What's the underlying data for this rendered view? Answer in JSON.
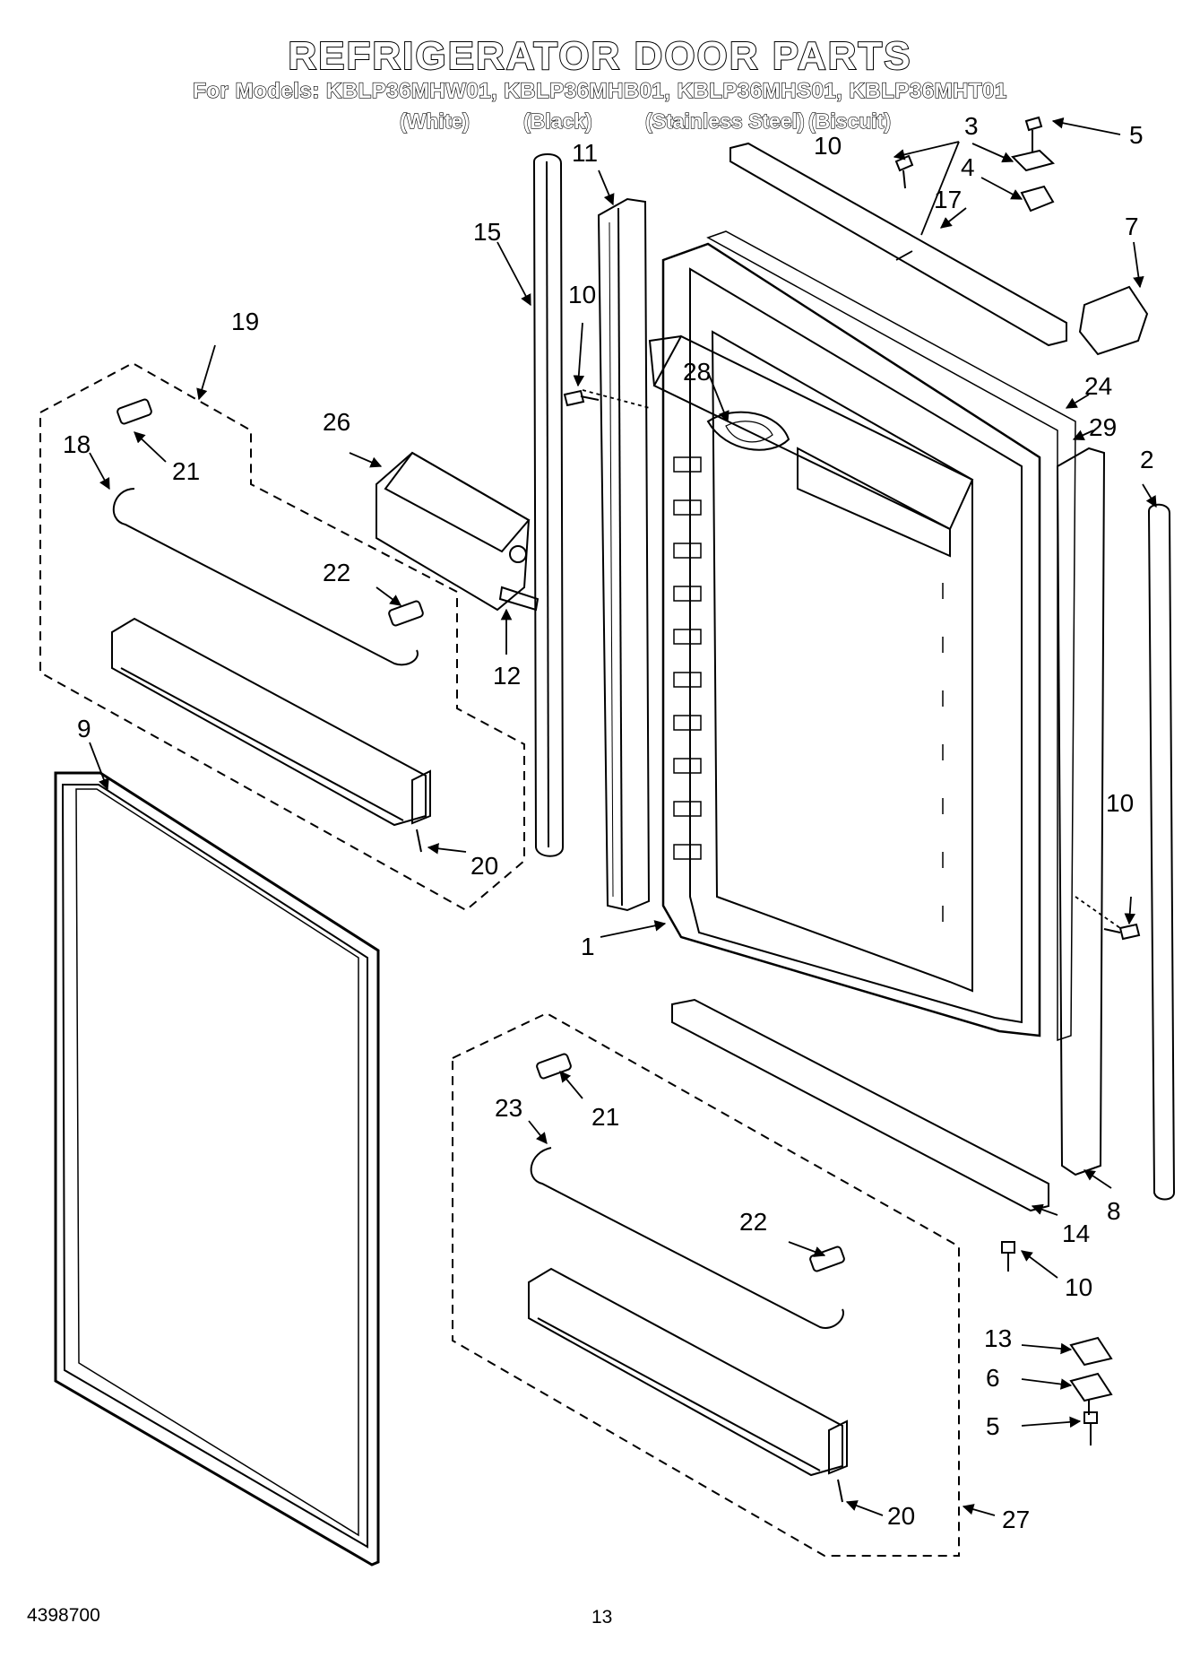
{
  "header": {
    "title": "REFRIGERATOR DOOR PARTS",
    "models_line": "For Models: KBLP36MHW01, KBLP36MHB01, KBLP36MHS01, KBLP36MHT01",
    "variants": [
      "(White)",
      "(Black)",
      "(Stainless Steel)",
      "(Biscuit)"
    ]
  },
  "callouts": {
    "c1": "1",
    "c2": "2",
    "c3": "3",
    "c4": "4",
    "c5a": "5",
    "c5b": "5",
    "c6": "6",
    "c7": "7",
    "c8": "8",
    "c9": "9",
    "c10a": "10",
    "c10b": "10",
    "c10c": "10",
    "c10d": "10",
    "c11": "11",
    "c12": "12",
    "c13": "13",
    "c14": "14",
    "c15": "15",
    "c17": "17",
    "c18": "18",
    "c19": "19",
    "c20a": "20",
    "c20b": "20",
    "c21a": "21",
    "c21b": "21",
    "c22a": "22",
    "c22b": "22",
    "c23": "23",
    "c24": "24",
    "c26": "26",
    "c27": "27",
    "c28": "28",
    "c29": "29"
  },
  "footer": {
    "doc_number": "4398700",
    "page_number": "13"
  }
}
